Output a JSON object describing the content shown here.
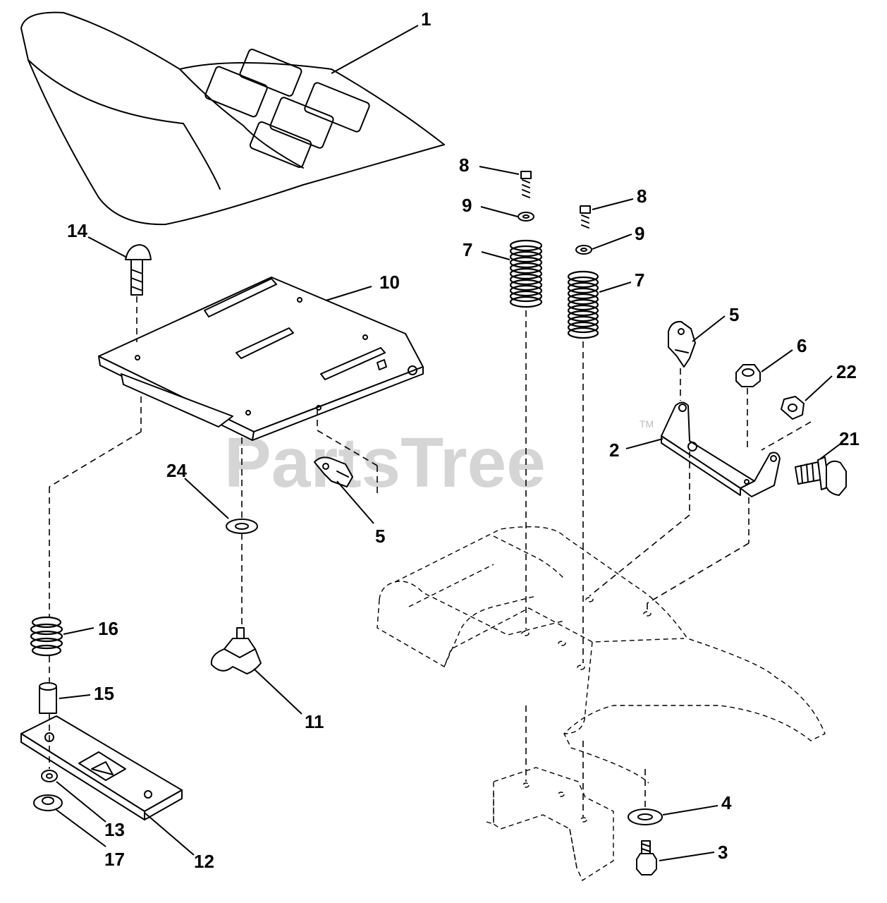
{
  "watermark": {
    "text": "PartsTree",
    "tm": "TM"
  },
  "callouts": [
    "1",
    "2",
    "3",
    "4",
    "5",
    "5",
    "6",
    "7",
    "7",
    "8",
    "8",
    "9",
    "9",
    "10",
    "11",
    "12",
    "13",
    "14",
    "15",
    "16",
    "17",
    "21",
    "22",
    "24"
  ]
}
